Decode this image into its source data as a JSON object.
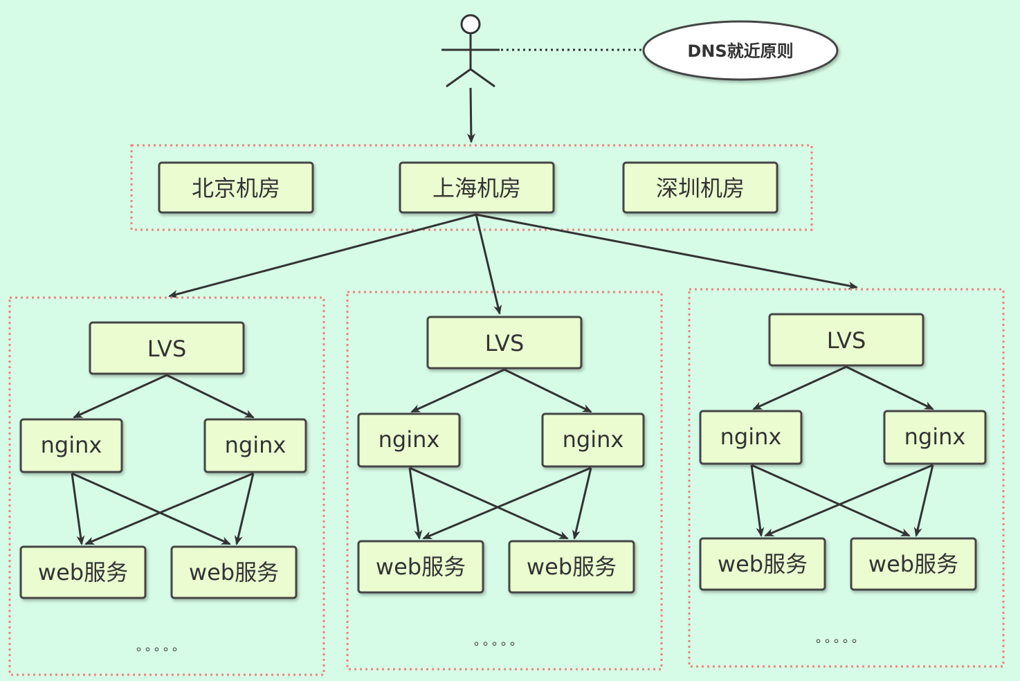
{
  "dns_note": "DNS就近原则",
  "datacenters": [
    "北京机房",
    "上海机房",
    "深圳机房"
  ],
  "clusters": [
    {
      "lvs": "LVS",
      "nginx": [
        "nginx",
        "nginx"
      ],
      "web": [
        "web服务",
        "web服务"
      ],
      "more": "。。。。。"
    },
    {
      "lvs": "LVS",
      "nginx": [
        "nginx",
        "nginx"
      ],
      "web": [
        "web服务",
        "web服务"
      ],
      "more": "。。。。。"
    },
    {
      "lvs": "LVS",
      "nginx": [
        "nginx",
        "nginx"
      ],
      "web": [
        "web服务",
        "web服务"
      ],
      "more": "。。。。。"
    }
  ],
  "colors": {
    "background": "#d6fbe6",
    "box_fill": "#eafcd0",
    "box_stroke": "#444444",
    "dashed_border": "#f08080",
    "text": "#333333"
  }
}
